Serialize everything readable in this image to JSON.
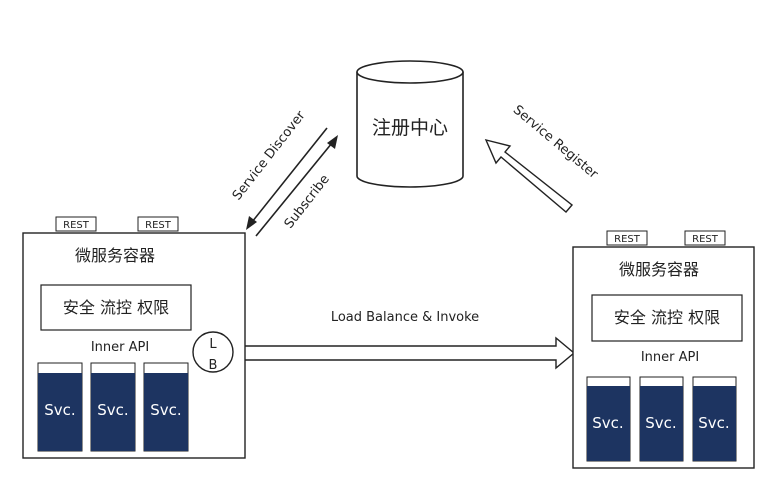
{
  "registry": {
    "label": "注册中心"
  },
  "arrows": {
    "discover": "Service Discover",
    "subscribe": "Subscribe",
    "register": "Service Register",
    "invoke": "Load Balance & Invoke"
  },
  "left": {
    "title": "微服务容器",
    "features": "安全 流控 权限",
    "inner_api": "Inner API",
    "rest": [
      "REST",
      "REST"
    ],
    "svcs": [
      "Svc.",
      "Svc.",
      "Svc."
    ],
    "lb_top": "L",
    "lb_bottom": "B"
  },
  "right": {
    "title": "微服务容器",
    "features": "安全 流控 权限",
    "inner_api": "Inner API",
    "rest": [
      "REST",
      "REST"
    ],
    "svcs": [
      "Svc.",
      "Svc.",
      "Svc."
    ]
  },
  "colors": {
    "svc_fill": "#1d3461",
    "line": "#222222"
  }
}
